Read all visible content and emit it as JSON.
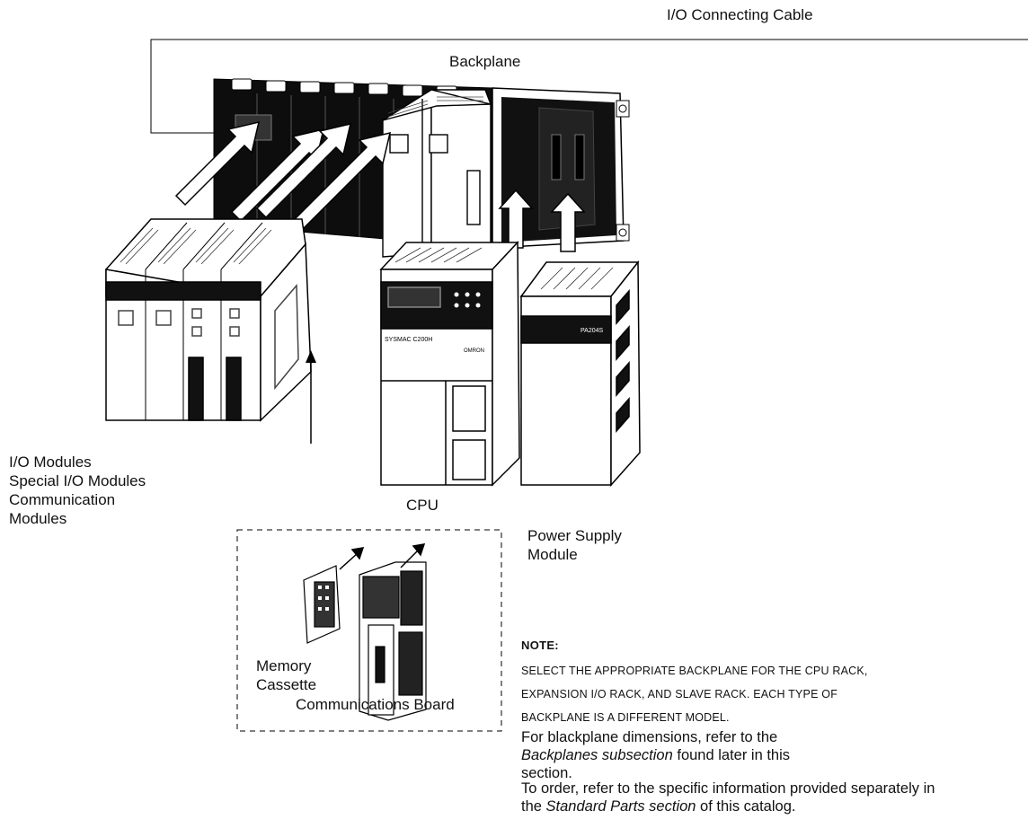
{
  "labels": {
    "io_cable": "I/O Connecting Cable",
    "backplane": "Backplane",
    "io_modules": [
      "I/O Modules",
      "Special I/O Modules",
      "Communication",
      "Modules"
    ],
    "cpu": "CPU",
    "power_supply": [
      "Power Supply",
      "Module"
    ],
    "memory_cassette": [
      "Memory",
      "Cassette"
    ],
    "comm_board": "Communications Board"
  },
  "note": {
    "heading": "NOTE:",
    "lines": [
      "SELECT THE APPROPRIATE BACKPLANE FOR THE CPU RACK,",
      "EXPANSION I/O RACK, AND SLAVE RACK. EACH TYPE OF",
      "BACKPLANE IS A DIFFERENT MODEL."
    ],
    "para1": {
      "pre": "For blackplane dimensions, refer to the ",
      "italic": "Backplanes subsection",
      "post": " found later in this section."
    },
    "para2": {
      "pre": "To order, refer to the specific information provided separately in the ",
      "italic": "Standard Parts section",
      "post": " of this catalog."
    }
  },
  "device_text": {
    "cpu_brand": "SYSMAC C200H",
    "cpu_maker": "OMRON",
    "psu_model": "PA204S"
  }
}
